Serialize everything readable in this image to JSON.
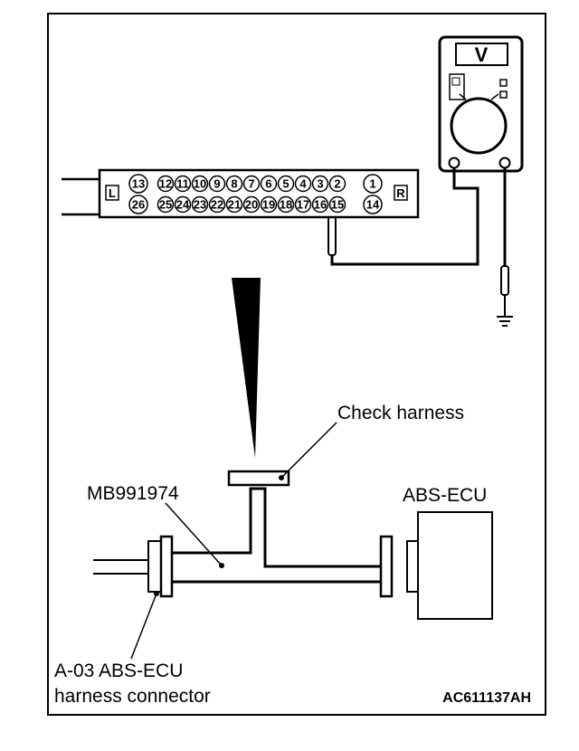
{
  "meter": {
    "display": "V"
  },
  "connector": {
    "left_mark": "L",
    "right_mark": "R",
    "top_pins": [
      "13",
      "12",
      "11",
      "10",
      "9",
      "8",
      "7",
      "6",
      "5",
      "4",
      "3",
      "2",
      "1"
    ],
    "bottom_pins": [
      "26",
      "25",
      "24",
      "23",
      "22",
      "21",
      "20",
      "19",
      "18",
      "17",
      "16",
      "15",
      "14"
    ]
  },
  "labels": {
    "check_harness": "Check harness",
    "tool": "MB991974",
    "ecu": "ABS-ECU",
    "harness_connector_line1": "A-03 ABS-ECU",
    "harness_connector_line2": "harness connector",
    "figure_code": "AC611137AH"
  }
}
